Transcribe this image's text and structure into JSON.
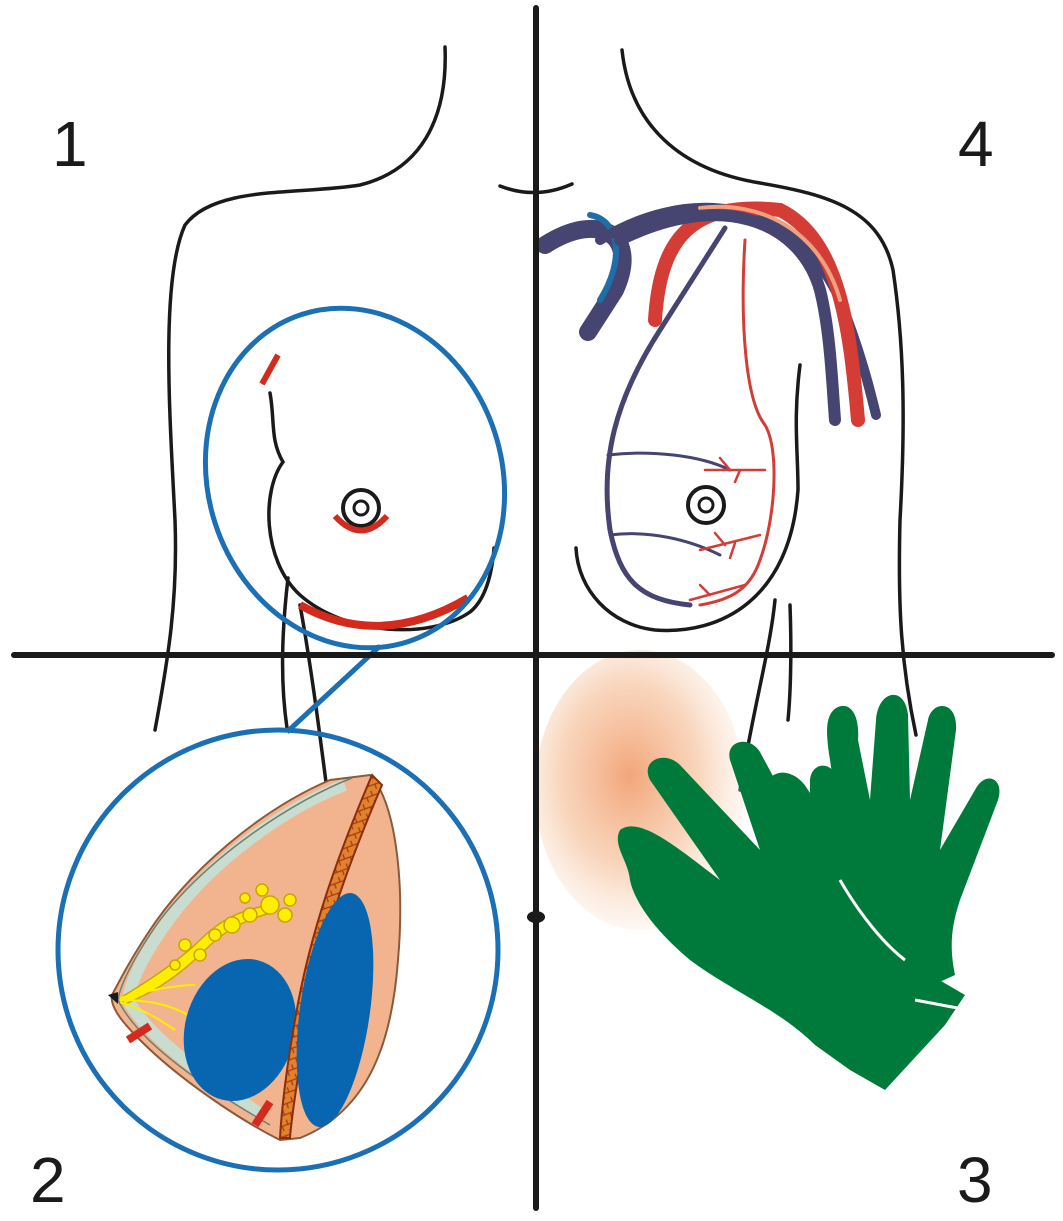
{
  "quadrants": {
    "q1": "1",
    "q2": "2",
    "q3": "3",
    "q4": "4"
  },
  "colors": {
    "outline": "#1a1a1a",
    "incision": "#d42a1e",
    "lens_circle": "#1b6fb5",
    "tissue": "#f2b48e",
    "gland": "#ffee00",
    "muscle_dark": "#b3471c",
    "muscle_brick": "#e0832c",
    "implant": "#0866b0",
    "vein": "#464471",
    "vein_light": "#1e6fa8",
    "artery": "#d43c36",
    "artery_light": "#f0a07d",
    "glove": "#007a3a",
    "glow": "#f2a072"
  },
  "icons": {
    "q1": "breast-incision-sites",
    "q2": "breast-cross-section-with-implant",
    "q3": "surgical-gloves",
    "q4": "breast-blood-supply"
  }
}
